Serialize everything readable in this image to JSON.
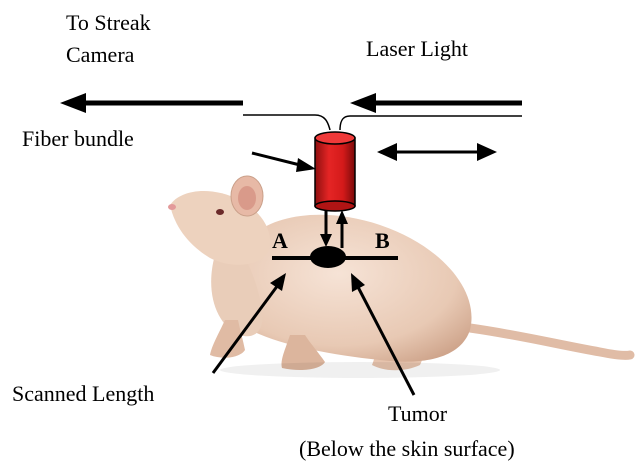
{
  "labels": {
    "to_streak_line1": "To Streak",
    "to_streak_line2": "Camera",
    "laser_light": "Laser Light",
    "fiber_bundle": "Fiber bundle",
    "point_a": "A",
    "point_b": "B",
    "scanned_length": "Scanned Length",
    "tumor": "Tumor",
    "tumor_note": "(Below the skin surface)"
  },
  "colors": {
    "probe": "#e01e1e",
    "probe_dark": "#9b0d0d",
    "mouse_body": "#efd6c4",
    "mouse_shadow": "#d9b8a2",
    "tumor": "#000000"
  }
}
